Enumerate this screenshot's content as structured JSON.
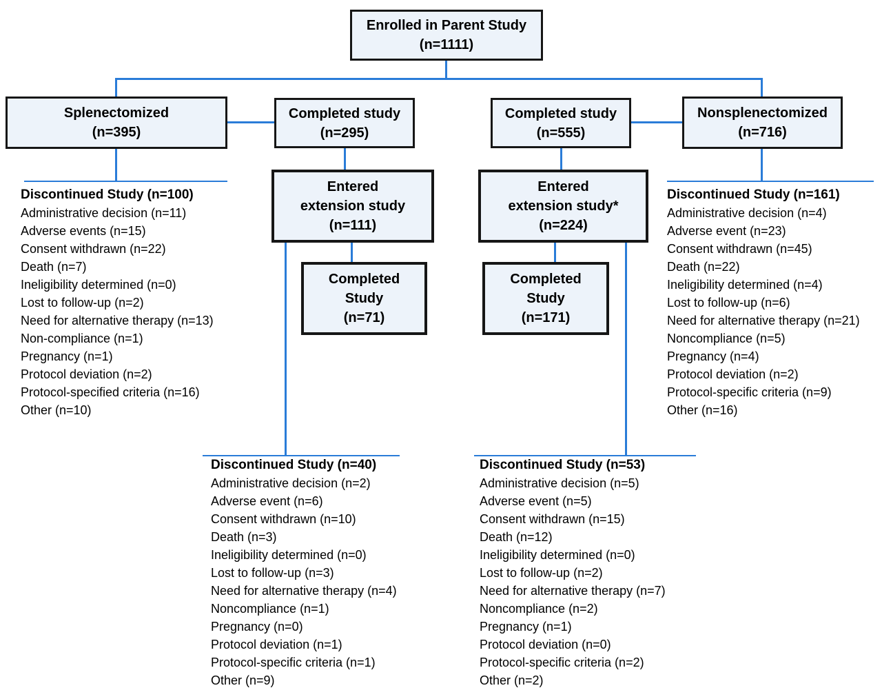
{
  "palette": {
    "line_blue": "#2a7cd8",
    "box_fill": "#edf3fa",
    "box_border": "#161616",
    "text_color": "#000000",
    "bg": "#ffffff"
  },
  "boxes": {
    "enrolled": {
      "lines": [
        "Enrolled in Parent Study",
        "(n=1111)"
      ]
    },
    "splenectomized": {
      "lines": [
        "Splenectomized",
        "(n=395)"
      ]
    },
    "completed_study_left": {
      "lines": [
        "Completed study",
        "(n=295)"
      ]
    },
    "completed_study_right": {
      "lines": [
        "Completed study",
        "(n=555)"
      ]
    },
    "nonsplenectomized": {
      "lines": [
        "Nonsplenectomized",
        "(n=716)"
      ]
    },
    "entered_extension_left": {
      "lines": [
        "Entered",
        "extension study",
        "(n=111)"
      ]
    },
    "entered_extension_right": {
      "lines": [
        "Entered",
        "extension study*",
        "(n=224)"
      ]
    },
    "completed_extension_left": {
      "lines": [
        "Completed",
        "Study",
        "(n=71)"
      ]
    },
    "completed_extension_right": {
      "lines": [
        "Completed",
        "Study",
        "(n=171)"
      ]
    }
  },
  "lists": {
    "splenectomized_discontinued": {
      "heading": "Discontinued Study (n=100)",
      "items": [
        "Administrative decision (n=11)",
        "Adverse events (n=15)",
        "Consent withdrawn (n=22)",
        "Death (n=7)",
        "Ineligibility determined (n=0)",
        "Lost to follow-up (n=2)",
        "Need for alternative therapy (n=13)",
        "Non-compliance (n=1)",
        "Pregnancy (n=1)",
        "Protocol deviation (n=2)",
        "Protocol-specified criteria (n=16)",
        "Other (n=10)"
      ]
    },
    "nonsplenectomized_discontinued": {
      "heading": "Discontinued Study (n=161)",
      "items": [
        "Administrative decision (n=4)",
        "Adverse event (n=23)",
        "Consent withdrawn (n=45)",
        "Death (n=22)",
        "Ineligibility determined (n=4)",
        "Lost to follow-up (n=6)",
        "Need for alternative therapy (n=21)",
        "Noncompliance (n=5)",
        "Pregnancy (n=4)",
        "Protocol deviation (n=2)",
        "Protocol-specific criteria (n=9)",
        "Other (n=16)"
      ]
    },
    "extension_left_discontinued": {
      "heading": "Discontinued Study (n=40)",
      "items": [
        "Administrative decision (n=2)",
        "Adverse event (n=6)",
        "Consent withdrawn (n=10)",
        "Death (n=3)",
        "Ineligibility determined (n=0)",
        "Lost to follow-up (n=3)",
        "Need for alternative therapy (n=4)",
        "Noncompliance (n=1)",
        "Pregnancy (n=0)",
        "Protocol deviation (n=1)",
        "Protocol-specific criteria (n=1)",
        "Other (n=9)"
      ]
    },
    "extension_right_discontinued": {
      "heading": "Discontinued Study (n=53)",
      "items": [
        "Administrative decision (n=5)",
        "Adverse event (n=5)",
        "Consent withdrawn (n=15)",
        "Death (n=12)",
        "Ineligibility determined (n=0)",
        "Lost to follow-up (n=2)",
        "Need for alternative therapy (n=7)",
        "Noncompliance (n=2)",
        "Pregnancy (n=1)",
        "Protocol deviation (n=0)",
        "Protocol-specific criteria (n=2)",
        "Other (n=2)"
      ]
    }
  }
}
